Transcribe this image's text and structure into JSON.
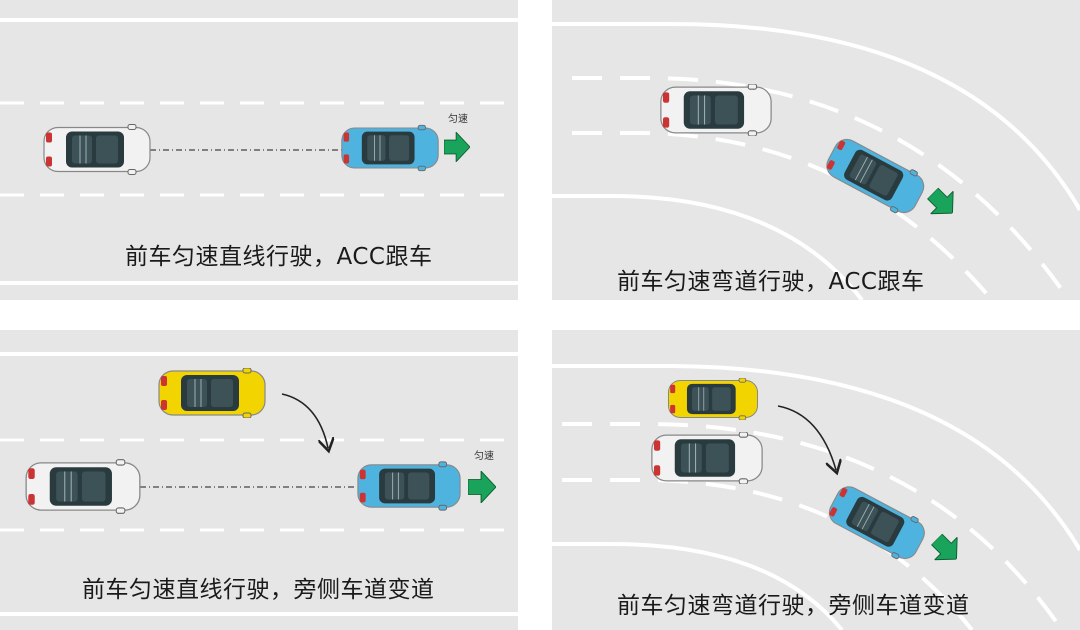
{
  "panels": [
    {
      "id": "straight-acc",
      "caption": "前车匀速直线行驶，ACC跟车",
      "speed_label": "匀速"
    },
    {
      "id": "curve-acc",
      "caption": "前车匀速弯道行驶，ACC跟车"
    },
    {
      "id": "straight-cutin",
      "caption": "前车匀速直线行驶，旁侧车道变道",
      "speed_label": "匀速"
    },
    {
      "id": "curve-cutin",
      "caption": "前车匀速弯道行驶，旁侧车道变道"
    }
  ],
  "colors": {
    "road": "#e6e6e6",
    "lane_marking": "#ffffff",
    "ego_car": "#f2f2f2",
    "lead_car": "#4fb3e0",
    "cutin_car": "#f2d500",
    "arrow": "#1aa35a",
    "path_arrow": "#222222"
  },
  "icons": {
    "ego": "white-car-icon",
    "lead": "blue-car-icon",
    "cutin": "yellow-car-icon",
    "direction": "green-arrow-icon",
    "path": "curved-arrow-icon"
  }
}
